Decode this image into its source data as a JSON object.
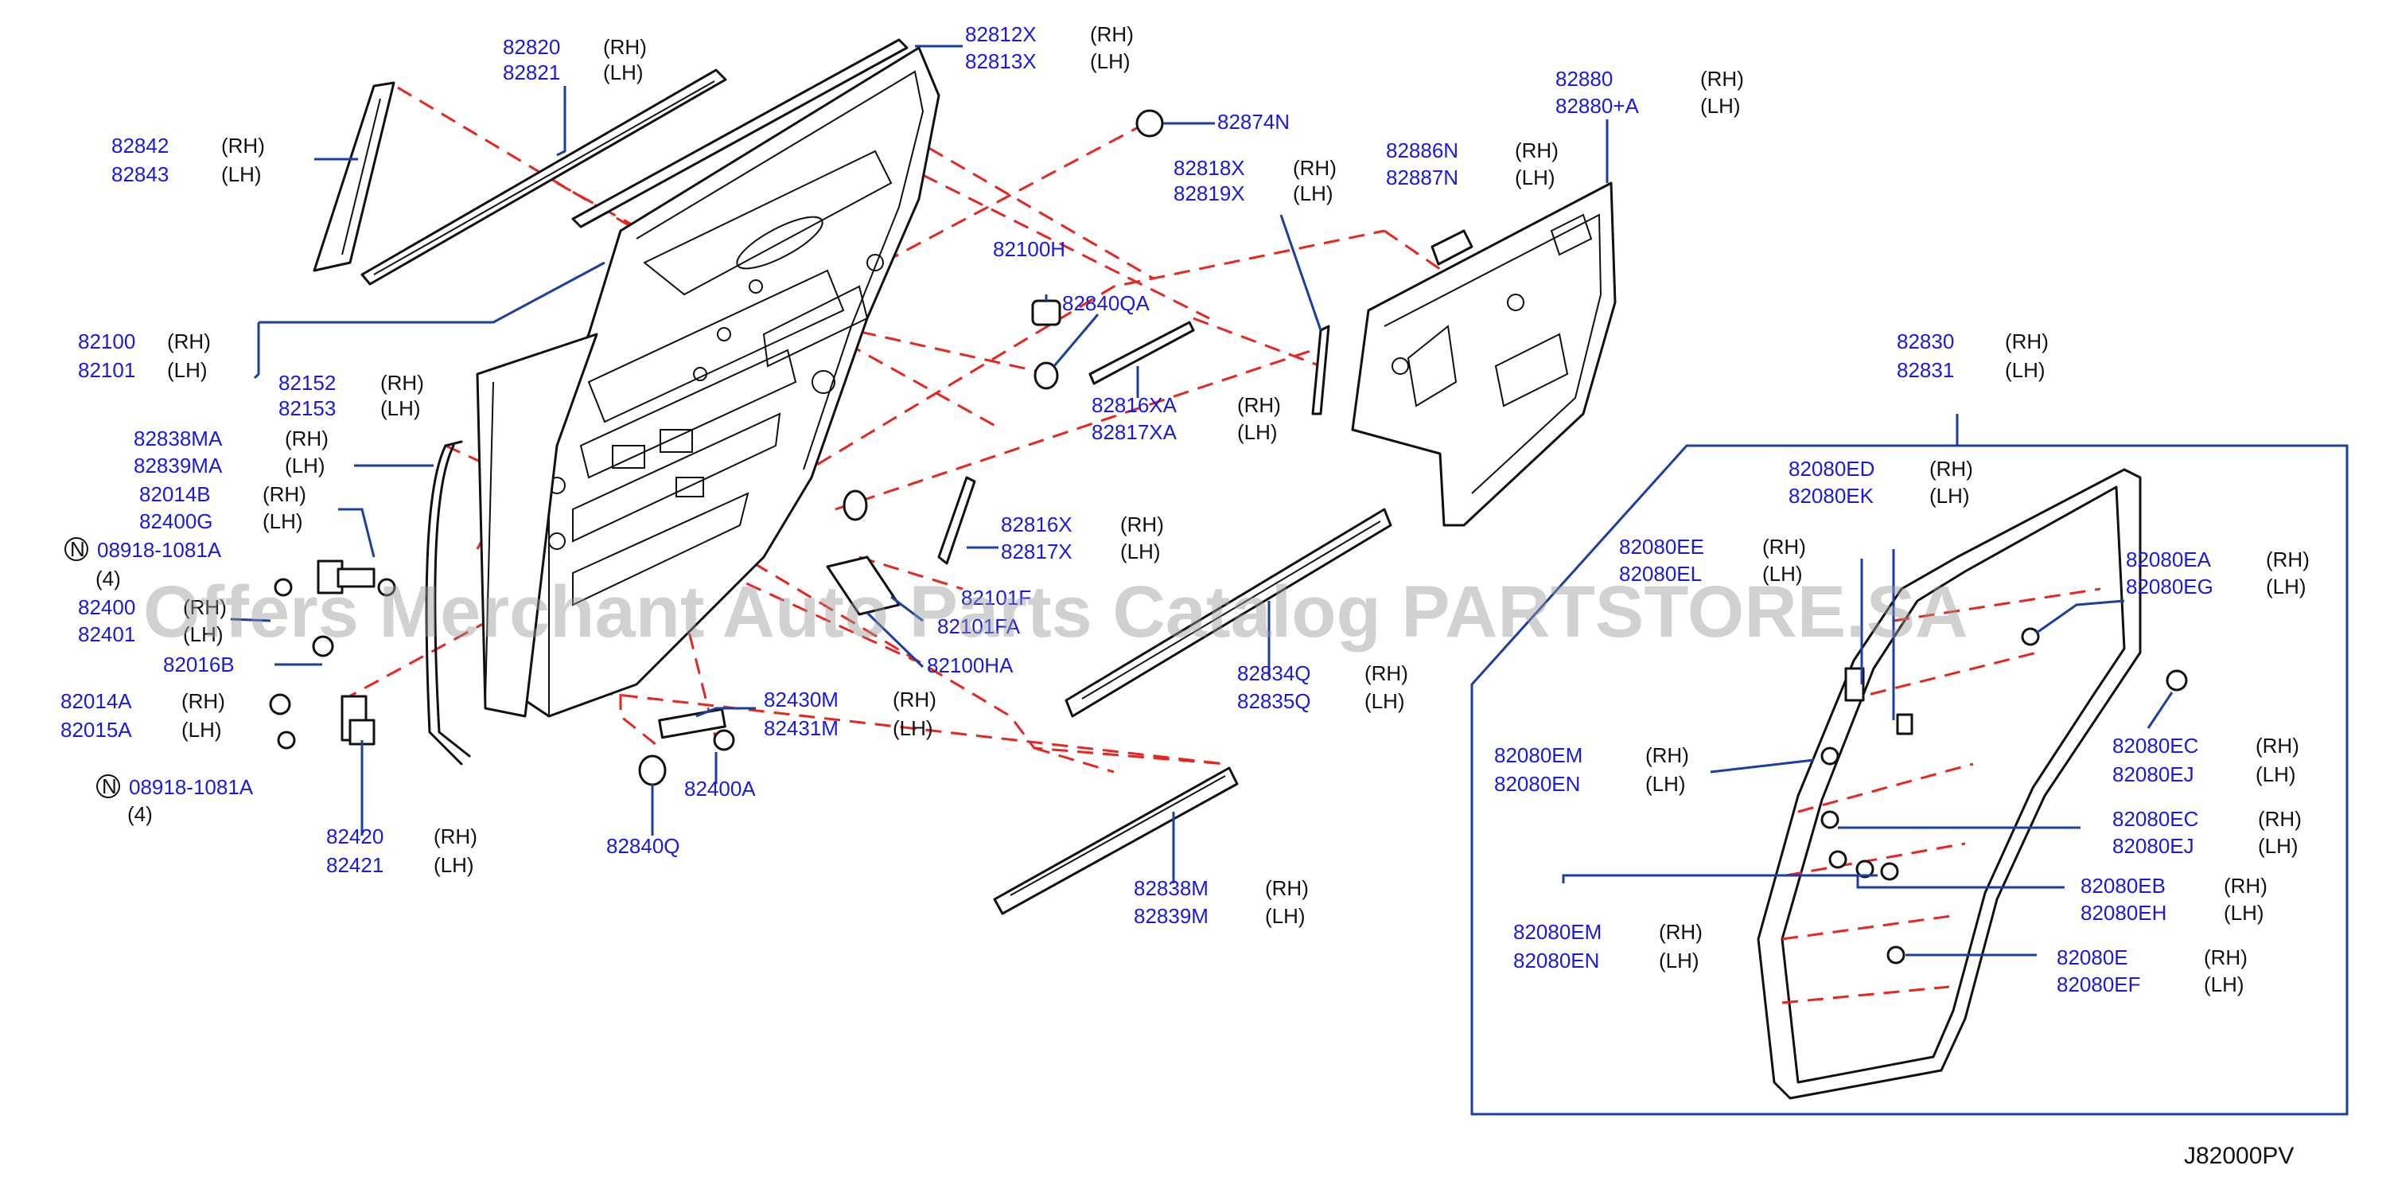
{
  "watermark": "Offers Merchant Auto Parts Catalog PARTSTORE.SA",
  "diagram_code": "J82000PV",
  "callouts": [
    {
      "id": "c1",
      "lines": [
        {
          "pn": "82820",
          "side": "(RH)"
        },
        {
          "pn": "82821",
          "side": "(LH)"
        }
      ]
    },
    {
      "id": "c2",
      "lines": [
        {
          "pn": "82812X",
          "side": "(RH)"
        },
        {
          "pn": "82813X",
          "side": "(LH)"
        }
      ]
    },
    {
      "id": "c3",
      "lines": [
        {
          "pn": "82842",
          "side": "(RH)"
        },
        {
          "pn": "82843",
          "side": "(LH)"
        }
      ]
    },
    {
      "id": "c4",
      "lines": [
        {
          "pn": "82874N",
          "side": ""
        }
      ]
    },
    {
      "id": "c5",
      "lines": [
        {
          "pn": "82880",
          "side": "(RH)"
        },
        {
          "pn": "82880+A",
          "side": "(LH)"
        }
      ]
    },
    {
      "id": "c6",
      "lines": [
        {
          "pn": "82818X",
          "side": "(RH)"
        },
        {
          "pn": "82819X",
          "side": "(LH)"
        }
      ]
    },
    {
      "id": "c7",
      "lines": [
        {
          "pn": "82886N",
          "side": "(RH)"
        },
        {
          "pn": "82887N",
          "side": "(LH)"
        }
      ]
    },
    {
      "id": "c8",
      "lines": [
        {
          "pn": "82100H",
          "side": ""
        }
      ]
    },
    {
      "id": "c9",
      "lines": [
        {
          "pn": "82840QA",
          "side": ""
        }
      ]
    },
    {
      "id": "c10",
      "lines": [
        {
          "pn": "82100",
          "side": "(RH)"
        },
        {
          "pn": "82101",
          "side": "(LH)"
        }
      ]
    },
    {
      "id": "c11",
      "lines": [
        {
          "pn": "82152",
          "side": "(RH)"
        },
        {
          "pn": "82153",
          "side": "(LH)"
        }
      ]
    },
    {
      "id": "c12",
      "lines": [
        {
          "pn": "82830",
          "side": "(RH)"
        },
        {
          "pn": "82831",
          "side": "(LH)"
        }
      ]
    },
    {
      "id": "c13",
      "lines": [
        {
          "pn": "82816XA",
          "side": "(RH)"
        },
        {
          "pn": "82817XA",
          "side": "(LH)"
        }
      ]
    },
    {
      "id": "c14",
      "lines": [
        {
          "pn": "82838MA",
          "side": "(RH)"
        },
        {
          "pn": "82839MA",
          "side": "(LH)"
        }
      ]
    },
    {
      "id": "c15",
      "lines": [
        {
          "pn": "82014B",
          "side": "(RH)"
        },
        {
          "pn": "82400G",
          "side": "(LH)"
        }
      ]
    },
    {
      "id": "c16",
      "lines": [
        {
          "pn": "82080ED",
          "side": "(RH)"
        },
        {
          "pn": "82080EK",
          "side": "(LH)"
        }
      ]
    },
    {
      "id": "c17",
      "lines": [
        {
          "pn": "82816X",
          "side": "(RH)"
        },
        {
          "pn": "82817X",
          "side": "(LH)"
        }
      ]
    },
    {
      "id": "c18",
      "lines": [
        {
          "pn": "08918-1081A",
          "side": "",
          "prefix": "N"
        }
      ],
      "qty": "(4)"
    },
    {
      "id": "c19",
      "lines": [
        {
          "pn": "82080EE",
          "side": "(RH)"
        },
        {
          "pn": "82080EL",
          "side": "(LH)"
        }
      ]
    },
    {
      "id": "c20",
      "lines": [
        {
          "pn": "82080EA",
          "side": "(RH)"
        },
        {
          "pn": "82080EG",
          "side": "(LH)"
        }
      ]
    },
    {
      "id": "c21",
      "lines": [
        {
          "pn": "82400",
          "side": "(RH)"
        },
        {
          "pn": "82401",
          "side": "(LH)"
        }
      ]
    },
    {
      "id": "c22",
      "lines": [
        {
          "pn": "82101F",
          "side": ""
        },
        {
          "pn": "82101FA",
          "side": ""
        }
      ]
    },
    {
      "id": "c23",
      "lines": [
        {
          "pn": "82016B",
          "side": ""
        }
      ]
    },
    {
      "id": "c24",
      "lines": [
        {
          "pn": "82100HA",
          "side": ""
        }
      ]
    },
    {
      "id": "c25",
      "lines": [
        {
          "pn": "82834Q",
          "side": "(RH)"
        },
        {
          "pn": "82835Q",
          "side": "(LH)"
        }
      ]
    },
    {
      "id": "c26",
      "lines": [
        {
          "pn": "82014A",
          "side": "(RH)"
        },
        {
          "pn": "82015A",
          "side": "(LH)"
        }
      ]
    },
    {
      "id": "c27",
      "lines": [
        {
          "pn": "82430M",
          "side": "(RH)"
        },
        {
          "pn": "82431M",
          "side": "(LH)"
        }
      ]
    },
    {
      "id": "c28",
      "lines": [
        {
          "pn": "82080EC",
          "side": "(RH)"
        },
        {
          "pn": "82080EJ",
          "side": "(LH)"
        }
      ]
    },
    {
      "id": "c29",
      "lines": [
        {
          "pn": "82080EM",
          "side": "(RH)"
        },
        {
          "pn": "82080EN",
          "side": "(LH)"
        }
      ]
    },
    {
      "id": "c30",
      "lines": [
        {
          "pn": "08918-1081A",
          "side": "",
          "prefix": "N"
        }
      ],
      "qty": "(4)"
    },
    {
      "id": "c31",
      "lines": [
        {
          "pn": "82400A",
          "side": ""
        }
      ]
    },
    {
      "id": "c32",
      "lines": [
        {
          "pn": "82080EC",
          "side": "(RH)"
        },
        {
          "pn": "82080EJ",
          "side": "(LH)"
        }
      ]
    },
    {
      "id": "c33",
      "lines": [
        {
          "pn": "82420",
          "side": "(RH)"
        },
        {
          "pn": "82421",
          "side": "(LH)"
        }
      ]
    },
    {
      "id": "c34",
      "lines": [
        {
          "pn": "82840Q",
          "side": ""
        }
      ]
    },
    {
      "id": "c35",
      "lines": [
        {
          "pn": "82080EB",
          "side": "(RH)"
        },
        {
          "pn": "82080EH",
          "side": "(LH)"
        }
      ]
    },
    {
      "id": "c36",
      "lines": [
        {
          "pn": "82838M",
          "side": "(RH)"
        },
        {
          "pn": "82839M",
          "side": "(LH)"
        }
      ]
    },
    {
      "id": "c37",
      "lines": [
        {
          "pn": "82080EM",
          "side": "(RH)"
        },
        {
          "pn": "82080EN",
          "side": "(LH)"
        }
      ]
    },
    {
      "id": "c38",
      "lines": [
        {
          "pn": "82080E",
          "side": "(RH)"
        },
        {
          "pn": "82080EF",
          "side": "(LH)"
        }
      ]
    }
  ]
}
